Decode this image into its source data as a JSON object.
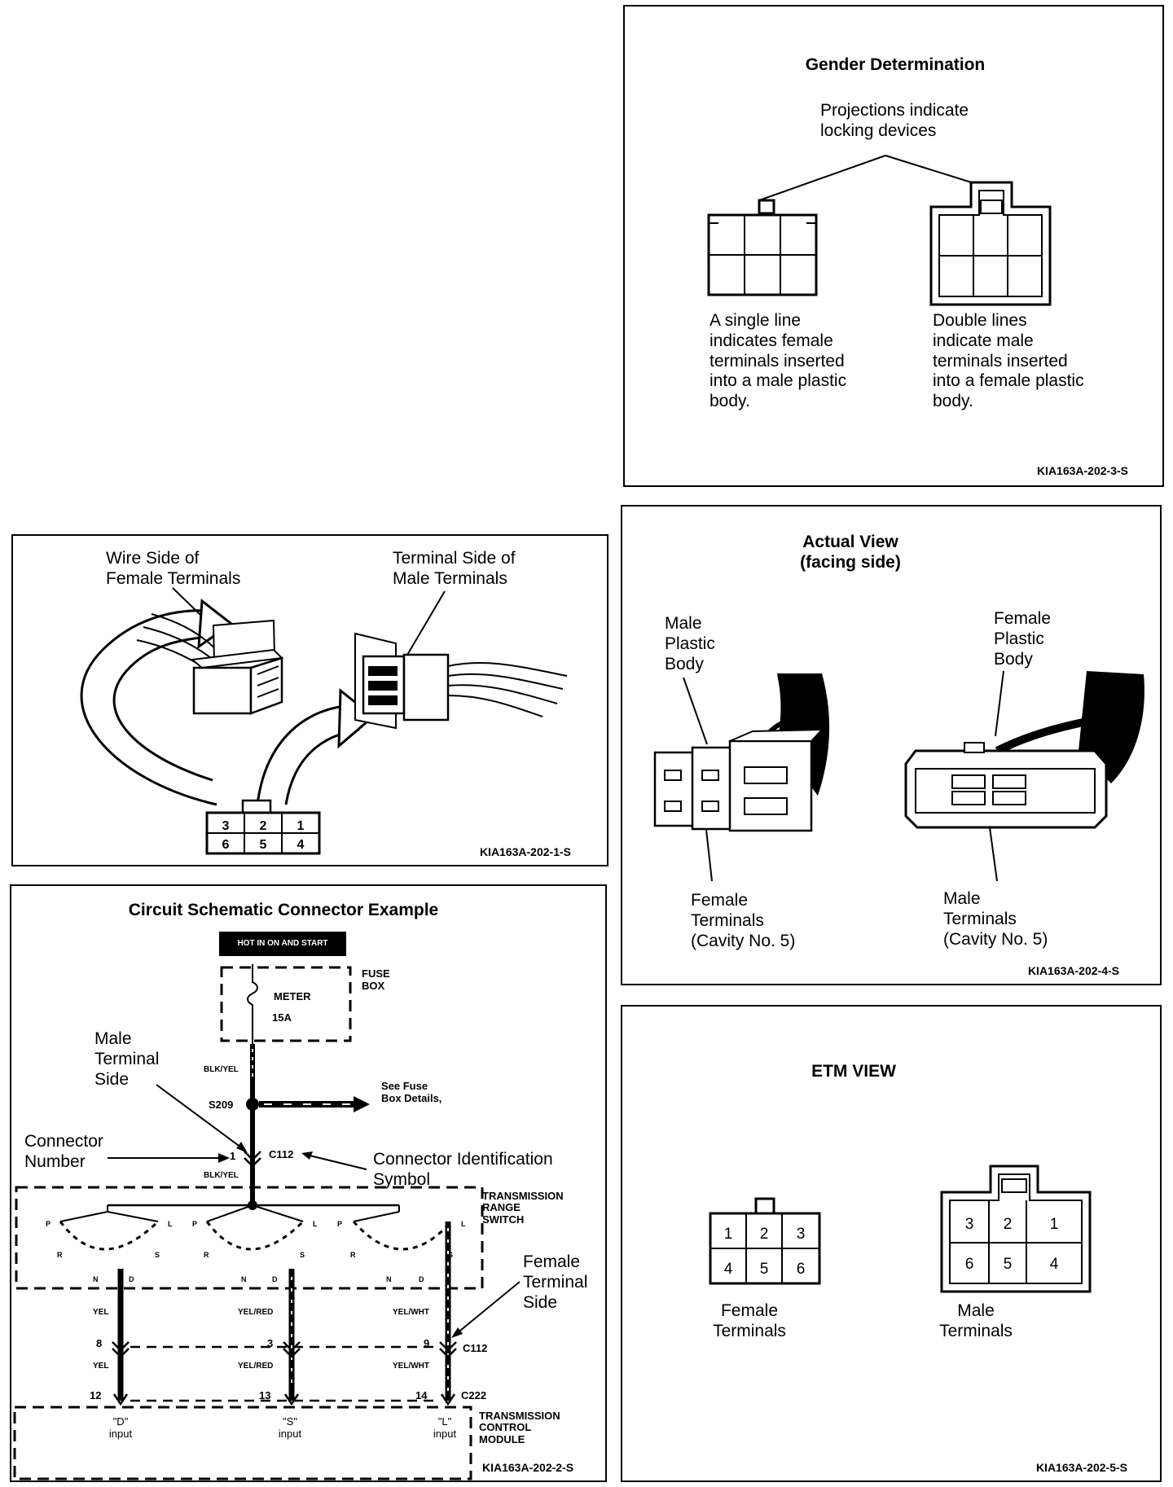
{
  "gender": {
    "title": "Gender Determination",
    "projections": "Projections indicate\nlocking devices",
    "single_line": "A single line\nindicates female\nterminals inserted\ninto a male plastic\nbody.",
    "double_line": "Double lines\nindicate male\nterminals inserted\ninto a female plastic\nbody.",
    "code": "KIA163A-202-3-S"
  },
  "wire_side": {
    "wire_side_label": "Wire Side of\nFemale Terminals",
    "terminal_side_label": "Terminal Side of\nMale Terminals",
    "pins": [
      "3",
      "2",
      "1",
      "6",
      "5",
      "4"
    ],
    "code": "KIA163A-202-1-S"
  },
  "actual": {
    "title": "Actual View\n(facing side)",
    "male_body": "Male\nPlastic\nBody",
    "female_body": "Female\nPlastic\nBody",
    "female_terminals": "Female\nTerminals\n(Cavity No. 5)",
    "male_terminals": "Male\nTerminals\n(Cavity No. 5)",
    "code": "KIA163A-202-4-S"
  },
  "etm": {
    "title": "ETM VIEW",
    "female_pins": [
      "1",
      "2",
      "3",
      "4",
      "5",
      "6"
    ],
    "male_pins": [
      "3",
      "2",
      "1",
      "6",
      "5",
      "4"
    ],
    "female_label": "Female\nTerminals",
    "male_label": "Male\nTerminals",
    "code": "KIA163A-202-5-S"
  },
  "circuit": {
    "title": "Circuit Schematic Connector Example",
    "hot": "HOT IN ON AND START",
    "fuse_box": "FUSE\nBOX",
    "meter": "METER",
    "amps": "15A",
    "blk_yel_1": "BLK/YEL",
    "s209": "S209",
    "see_fuse": "See Fuse\nBox Details,",
    "male_terminal_side": "Male\nTerminal\nSide",
    "connector_number": "Connector\nNumber",
    "pin1": "1",
    "c112": "C112",
    "connector_id": "Connector Identification\nSymbol",
    "blk_yel_2": "BLK/YEL",
    "trs": "TRANSMISSION\nRANGE\nSWITCH",
    "female_terminal_side": "Female\nTerminal\nSide",
    "wires": [
      "YEL",
      "YEL/RED",
      "YEL/WHT"
    ],
    "pins_c112": [
      "8",
      "3",
      "9"
    ],
    "pins_c222": [
      "12",
      "13",
      "14"
    ],
    "c112_b": "C112",
    "c222": "C222",
    "inputs": [
      "\"D\"\ninput",
      "\"S\"\ninput",
      "\"L\"\ninput"
    ],
    "tcm": "TRANSMISSION\nCONTROL\nMODULE",
    "code": "KIA163A-202-2-S",
    "sw_letters": [
      "P",
      "L",
      "R",
      "S",
      "N",
      "D"
    ]
  },
  "colors": {
    "ink": "#000000",
    "paper": "#ffffff"
  }
}
